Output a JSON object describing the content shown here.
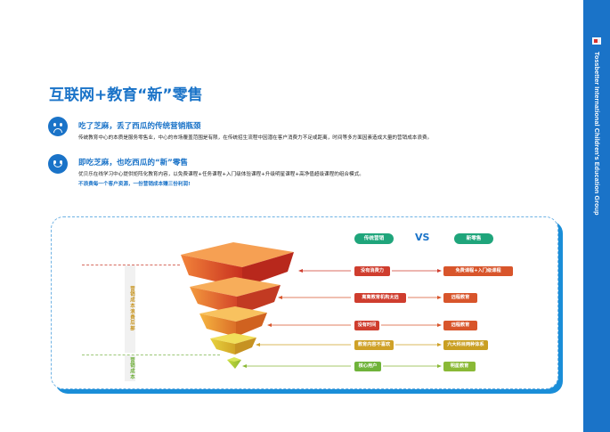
{
  "brand": {
    "sidebar_text": "Tossbetter International Children's Education Group",
    "accent": "#1a73c8"
  },
  "page": {
    "title": "互联网+教育“新”零售"
  },
  "section_bad": {
    "icon": "sad-face-icon",
    "title": "吃了芝麻，丢了西瓜的传统营销瓶颈",
    "body": "传统教育中心的本质是服务零售业，中心的市场覆盖范围是有限，在传统招生流程中因潜在客户消费力不足或距离，时间等多方面因素造成大量的营销成本浪费。"
  },
  "section_good": {
    "icon": "happy-face-icon",
    "title": "即吃芝麻，也吃西瓜的“新”零售",
    "body": "优贝乐在线学习中心提供矩阵化教育内容，以免费课程+任务课程+入门级体验课程+升级明星课程+高净值超级课程的组合模式。",
    "note": "不浪费每一个客户资源，一份营销成本赚三份利润!"
  },
  "diagram": {
    "header_old": "传统营销",
    "vs": "VS",
    "header_new": "新零售",
    "left_bar_top": "营销成本浪费后部",
    "left_bar_bottom": "营销成本",
    "rows": [
      {
        "old": "没有消费力",
        "new": "免费课程+入门级课程"
      },
      {
        "old": "离离教育机构太远",
        "new": "远程教育"
      },
      {
        "old": "没有时间",
        "new": "远程教育"
      },
      {
        "old": "教育内容不喜欢",
        "new": "六大科目两种体系"
      },
      {
        "old": "核心用户",
        "new": "明星教育"
      }
    ],
    "colors": {
      "red": "#cf3d2e",
      "orange": "#e8782a",
      "yellow": "#e3b423",
      "green": "#8ab936",
      "header": "#1fa57b"
    }
  }
}
